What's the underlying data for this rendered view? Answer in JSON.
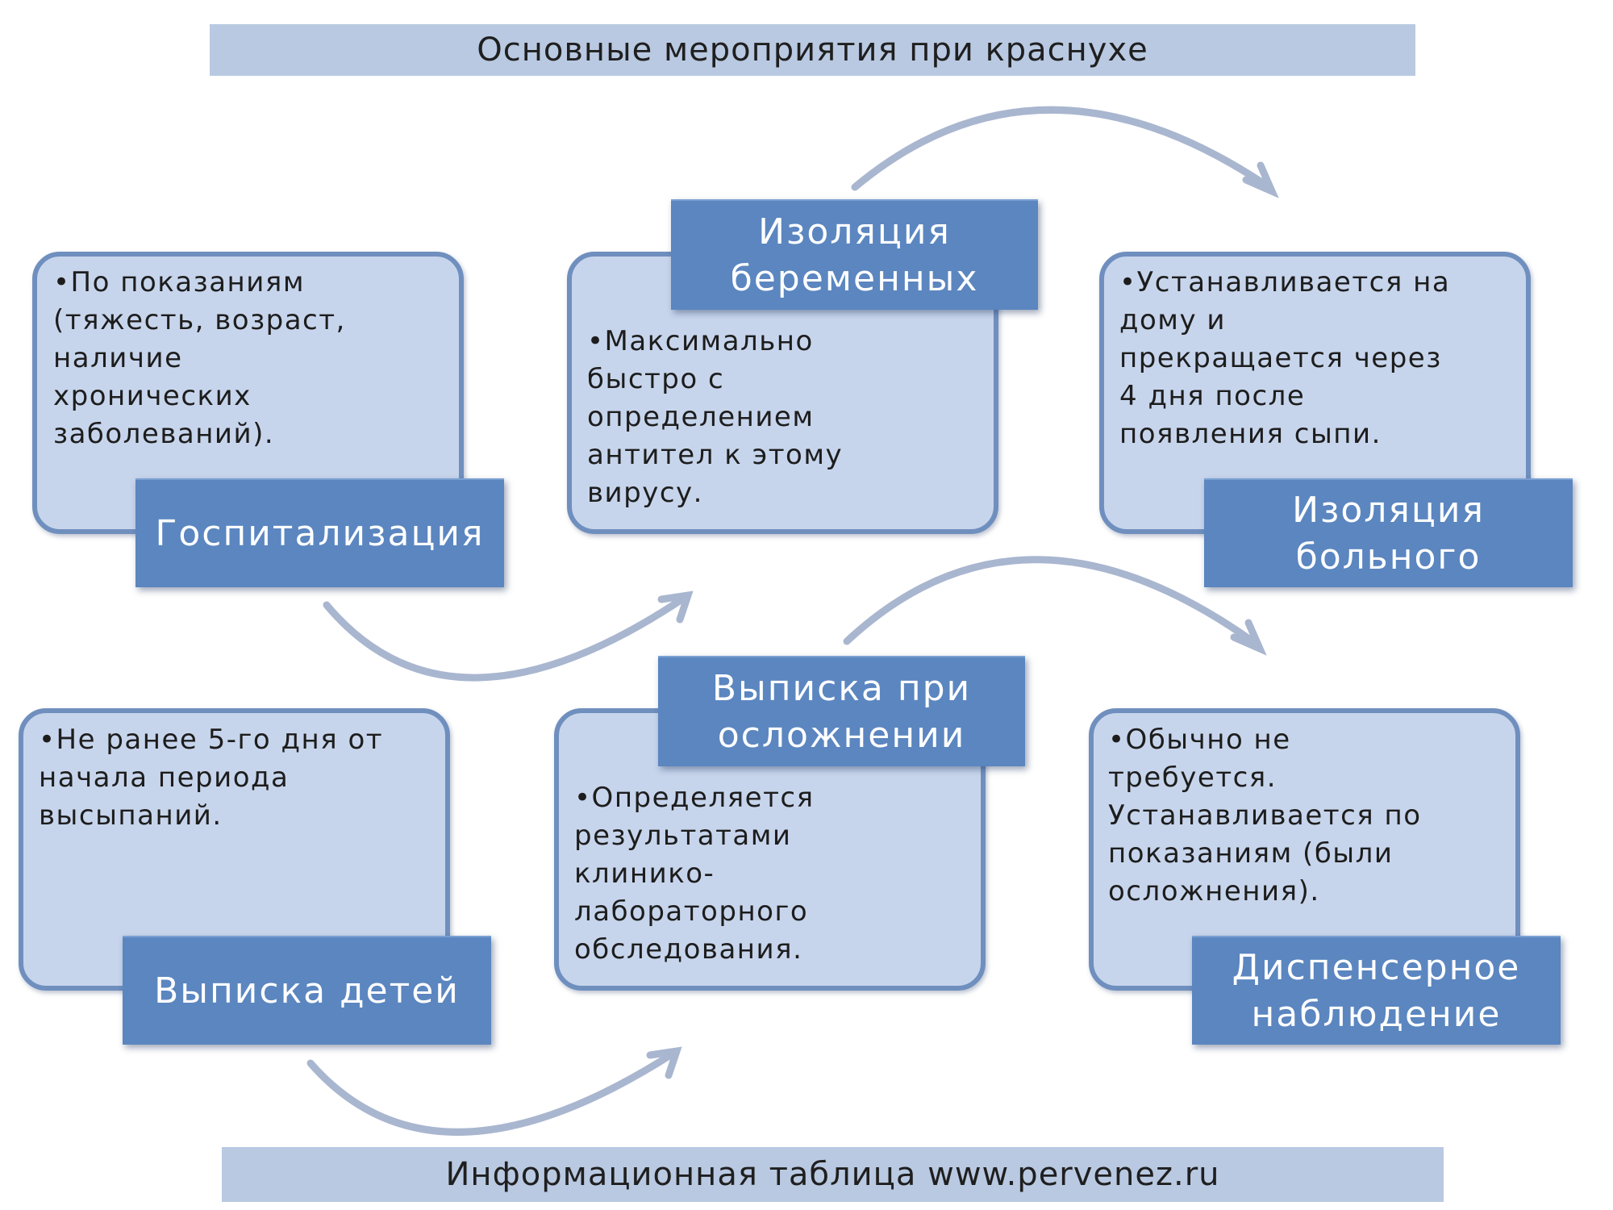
{
  "title": "Основные мероприятия при краснухе",
  "footer": "Информационная таблица www.pervenez.ru",
  "colors": {
    "banner": "#b9c9e2",
    "card_fill": "#c7d5ec",
    "card_border": "#6f8fbe",
    "label_fill": "#5b86c0",
    "arrow": "#a9b6cf"
  },
  "cards": [
    {
      "label": "Госпитализация",
      "text": "•По показаниям\n(тяжесть, возраст,\nналичие\nхронических\nзаболеваний)."
    },
    {
      "label": "Изоляция\nбеременных",
      "text": "•Максимально\nбыстро  с\nопределением\nантител к этому\nвирусу."
    },
    {
      "label": "Изоляция\nбольного",
      "text": "•Устанавливается на\nдому и\nпрекращается через\n4 дня после\nпоявления сыпи."
    },
    {
      "label": "Выписка  детей",
      "text": "•Не ранее 5-го дня от\nначала периода\nвысыпаний."
    },
    {
      "label": "Выписка при\nосложнении",
      "text": "•Определяется\nрезультатами\nклинико-\nлабораторного\nобследования."
    },
    {
      "label": "Диспенсерное\nнаблюдение",
      "text": "•Обычно не\nтребуется.\nУстанавливается по\nпоказаниям (были\nосложнения)."
    }
  ]
}
